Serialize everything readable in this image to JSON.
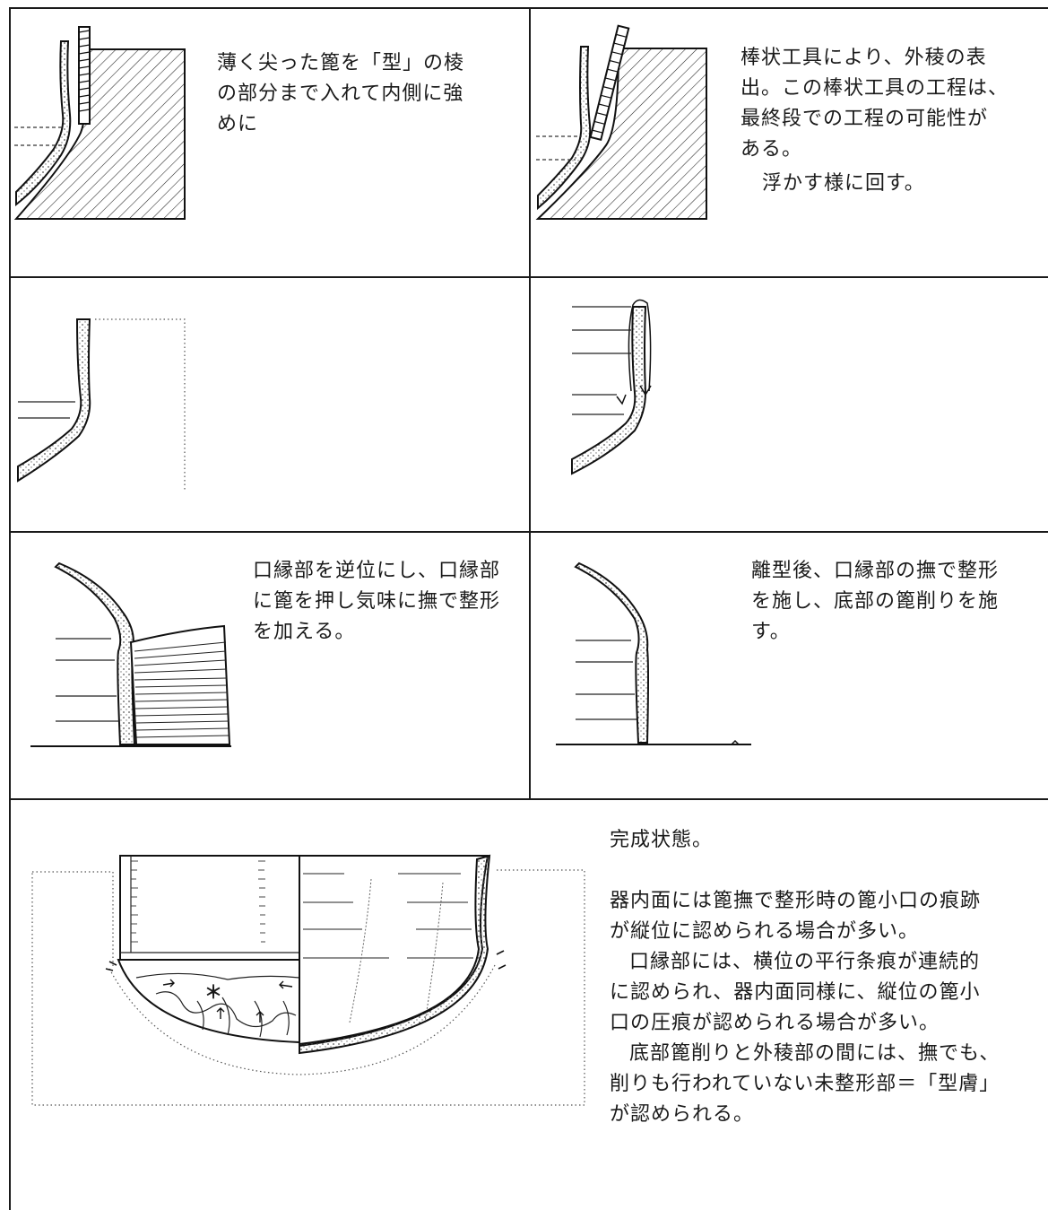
{
  "panels": {
    "p1": {
      "lines": [
        "薄く尖った篦を「型」の棱",
        "の部分まで入れて内側に強",
        "めに"
      ]
    },
    "p2": {
      "lines": [
        "棒状工具により、外稜の表",
        "出。この棒状工具の工程は、",
        "最終段での工程の可能性が",
        "ある。"
      ],
      "sub": "浮かす様に回す。"
    },
    "p3": {
      "lines": []
    },
    "p4": {
      "lines": []
    },
    "p5": {
      "lines": [
        "口縁部を逆位にし、口縁部",
        "に篦を押し気味に撫で整形",
        "を加える。"
      ]
    },
    "p6": {
      "lines": [
        "離型後、口縁部の撫で整形",
        "を施し、底部の篦削りを施",
        "す。"
      ]
    },
    "p7": {
      "title": "完成状態。",
      "paragraph1": [
        "器内面には篦撫で整形時の篦小口の痕跡",
        "が縦位に認められる場合が多い。"
      ],
      "paragraph2": [
        "口縁部には、横位の平行条痕が連続的",
        "に認められ、器内面同様に、縦位の篦小",
        "口の圧痕が認められる場合が多い。"
      ],
      "paragraph3": [
        "底部篦削りと外稜部の間には、撫でも、",
        "削りも行われていない未整形部＝「型膚」",
        "が認められる。"
      ],
      "asterisk": "＊"
    }
  },
  "colors": {
    "ink": "#1a1a1a",
    "background": "#ffffff"
  }
}
